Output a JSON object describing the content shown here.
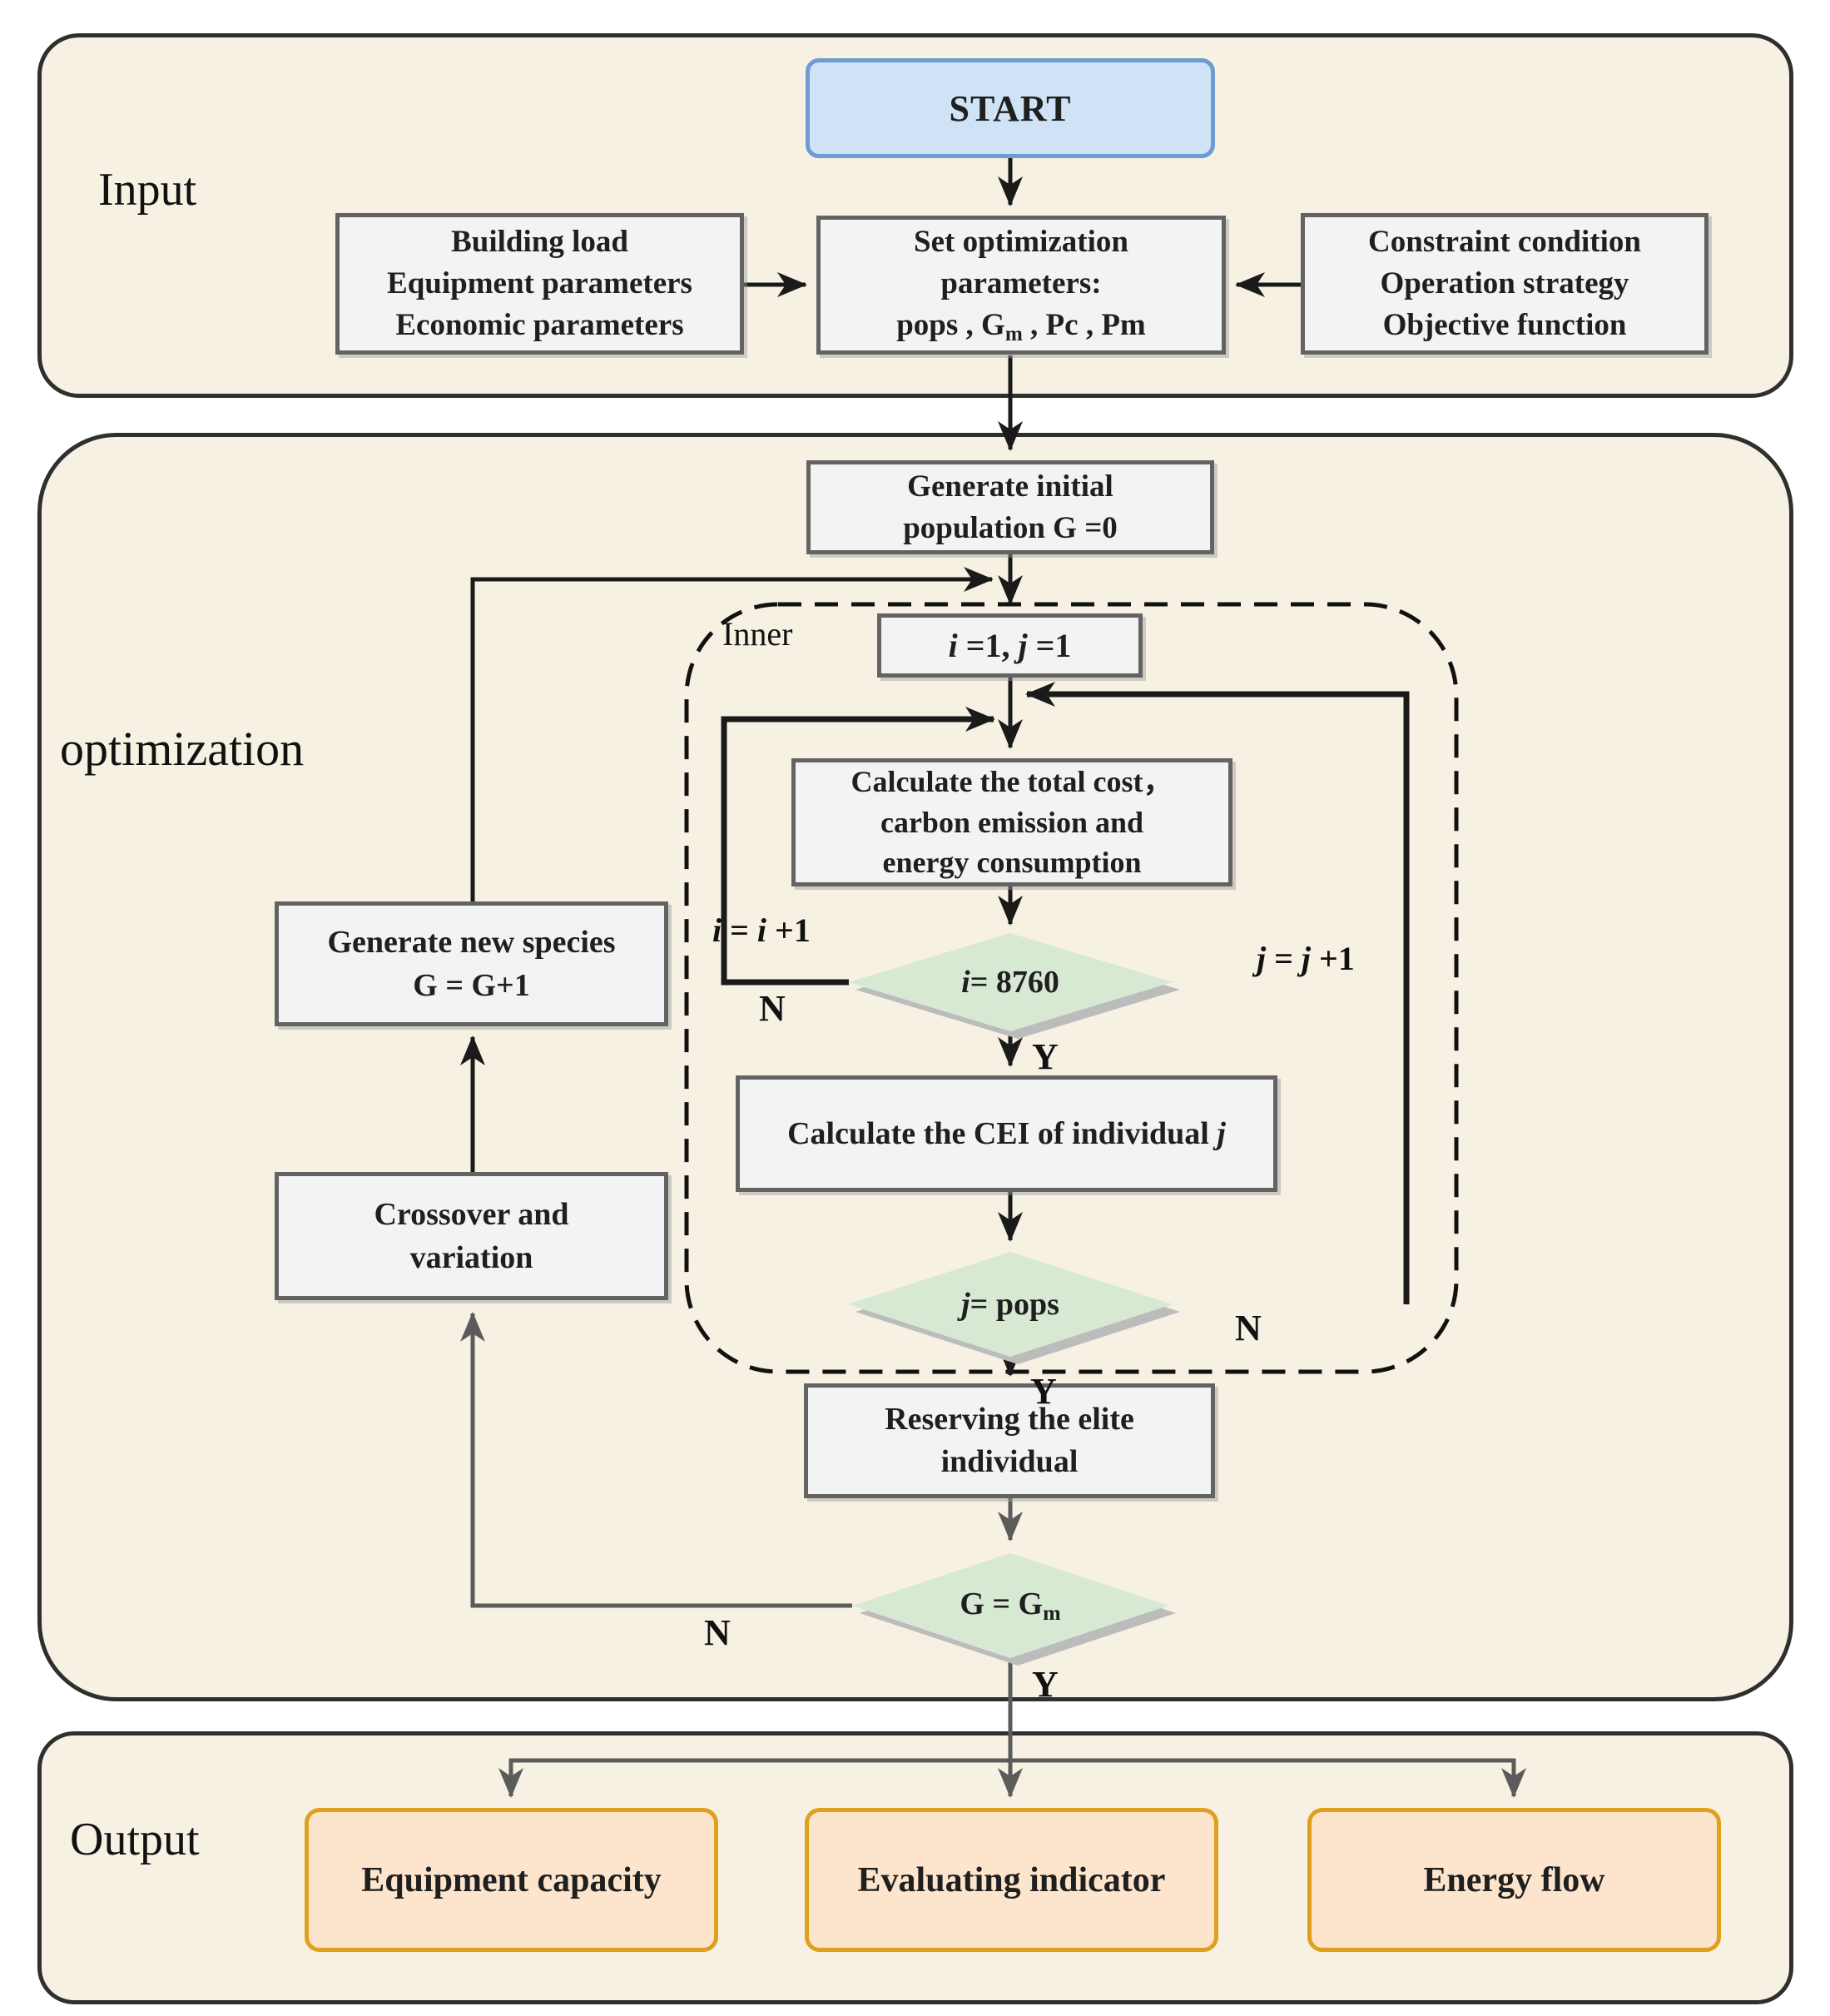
{
  "panels": {
    "input": {
      "label": "Input"
    },
    "optimization": {
      "label": "optimization"
    },
    "output": {
      "label": "Output"
    }
  },
  "nodes": {
    "start": {
      "label": "START"
    },
    "building_load": {
      "line1": "Building load",
      "line2": "Equipment parameters",
      "line3": "Economic parameters"
    },
    "constraint": {
      "line1": "Constraint condition",
      "line2": "Operation strategy",
      "line3": "Objective function"
    },
    "set_params": {
      "line1": "Set optimization",
      "line2": "parameters:",
      "line3_pre": "pops , G",
      "line3_sub": "m",
      "line3_post": " , Pc , Pm"
    },
    "gen_initial": {
      "line1": "Generate initial",
      "line2": "population G =0"
    },
    "init_ij": {
      "i": "i",
      "mid": " =1, ",
      "j": "j",
      "end": " =1"
    },
    "calc_cost": {
      "line1": "Calculate the total cost，",
      "line2": "carbon emission and",
      "line3": "energy consumption"
    },
    "dec_i": {
      "i": "i",
      "rest": " = 8760"
    },
    "calc_cei": {
      "pre": "Calculate the CEI of individual ",
      "j": "j"
    },
    "dec_j": {
      "j": "j",
      "rest": " = pops"
    },
    "reserving": {
      "line1": "Reserving the elite",
      "line2": "individual"
    },
    "gen_species": {
      "line1": "Generate new species",
      "line2": "G = G+1"
    },
    "crossover": {
      "line1": "Crossover and",
      "line2": "variation"
    },
    "out_equipment": {
      "label": "Equipment capacity"
    },
    "out_indicator": {
      "label": "Evaluating indicator"
    },
    "out_energy": {
      "label": "Energy flow"
    }
  },
  "loop_labels": {
    "inner": "Inner",
    "i_inc": {
      "a": "i",
      "b": " = ",
      "c": "i",
      "d": " +1"
    },
    "j_inc": {
      "a": "j",
      "b": " = ",
      "c": "j",
      "d": " +1"
    },
    "i_no": "N",
    "i_yes": "Y",
    "j_no": "N",
    "j_yes": "Y",
    "g_no": "N",
    "g_yes": "Y"
  },
  "colors": {
    "panel_bg": "#f6f1e2",
    "panel_border": "#2f2f2f",
    "process_bg": "#f3f3f3",
    "process_border": "#636363",
    "start_bg": "#cfe2f6",
    "start_border": "#6e9bd2",
    "decision_bg": "#d8e9d3",
    "decision_shadow": "#bcbcbc",
    "output_bg": "#fce5cc",
    "output_border": "#dfa01f",
    "arrow_black": "#1a1a1a",
    "arrow_gray": "#5b5b5b"
  }
}
